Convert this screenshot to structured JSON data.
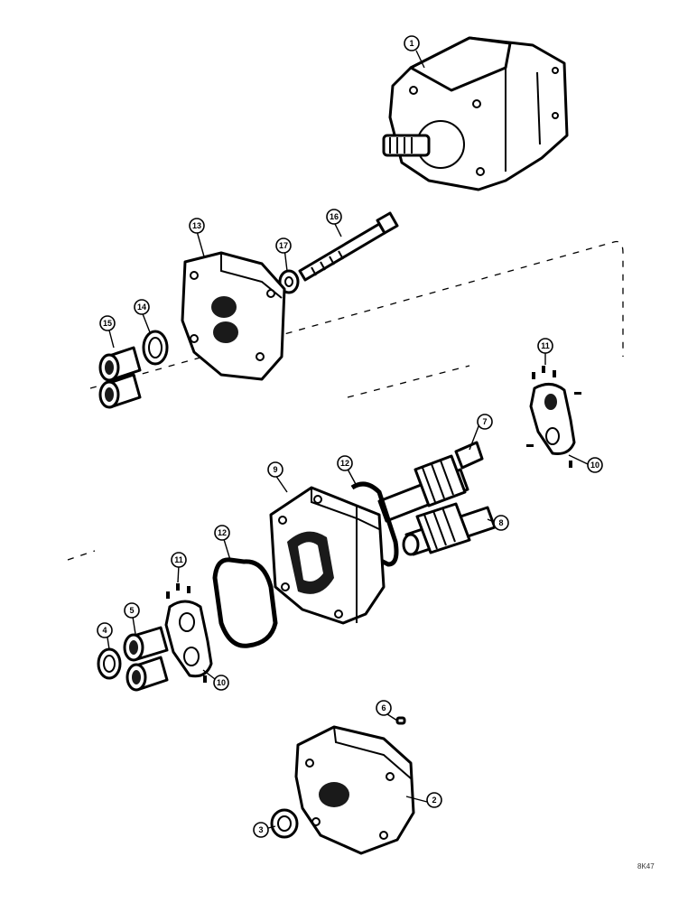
{
  "diagram": {
    "callouts": {
      "c1": "1",
      "c2": "2",
      "c3": "3",
      "c4": "4",
      "c5": "5",
      "c6": "6",
      "c7": "7",
      "c8": "8",
      "c9": "9",
      "c10a": "10",
      "c10b": "10",
      "c11a": "11",
      "c11b": "11",
      "c12a": "12",
      "c12b": "12",
      "c13": "13",
      "c14": "14",
      "c15": "15",
      "c16": "16",
      "c17": "17"
    },
    "reference_code": "8K47"
  }
}
